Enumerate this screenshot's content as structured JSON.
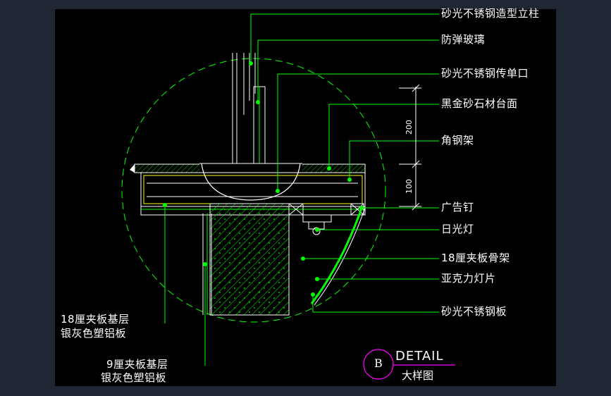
{
  "labels": {
    "stainless_column": "砂光不锈钢造型立柱",
    "bulletproof_glass": "防弹玻璃",
    "stainless_pass_window": "砂光不锈钢传单口",
    "granite_top": "黑金砂石材台面",
    "angle_steel_frame": "角钢架",
    "ad_nail": "广告钉",
    "fluorescent_lamp": "日光灯",
    "plywood_frame": "18厘夹板骨架",
    "acrylic_panel": "亚克力灯片",
    "stainless_plate": "砂光不锈钢板",
    "left_layer1_line1": "18厘夹板基层",
    "left_layer1_line2": "银灰色塑铝板",
    "left_layer2_line1": "9厘夹板基层",
    "left_layer2_line2": "银灰色塑铝板"
  },
  "dimensions": {
    "upper": "200",
    "lower": "100"
  },
  "detail": {
    "mark": "B",
    "title": "DETAIL",
    "subtitle": "大样图"
  },
  "colors": {
    "background": "#000000",
    "frame_bg": "#1e2733",
    "line": "#ffffff",
    "green": "#00ff00",
    "leader": "#00ff00",
    "magenta": "#ff00ff",
    "yellow": "#ffff00"
  }
}
